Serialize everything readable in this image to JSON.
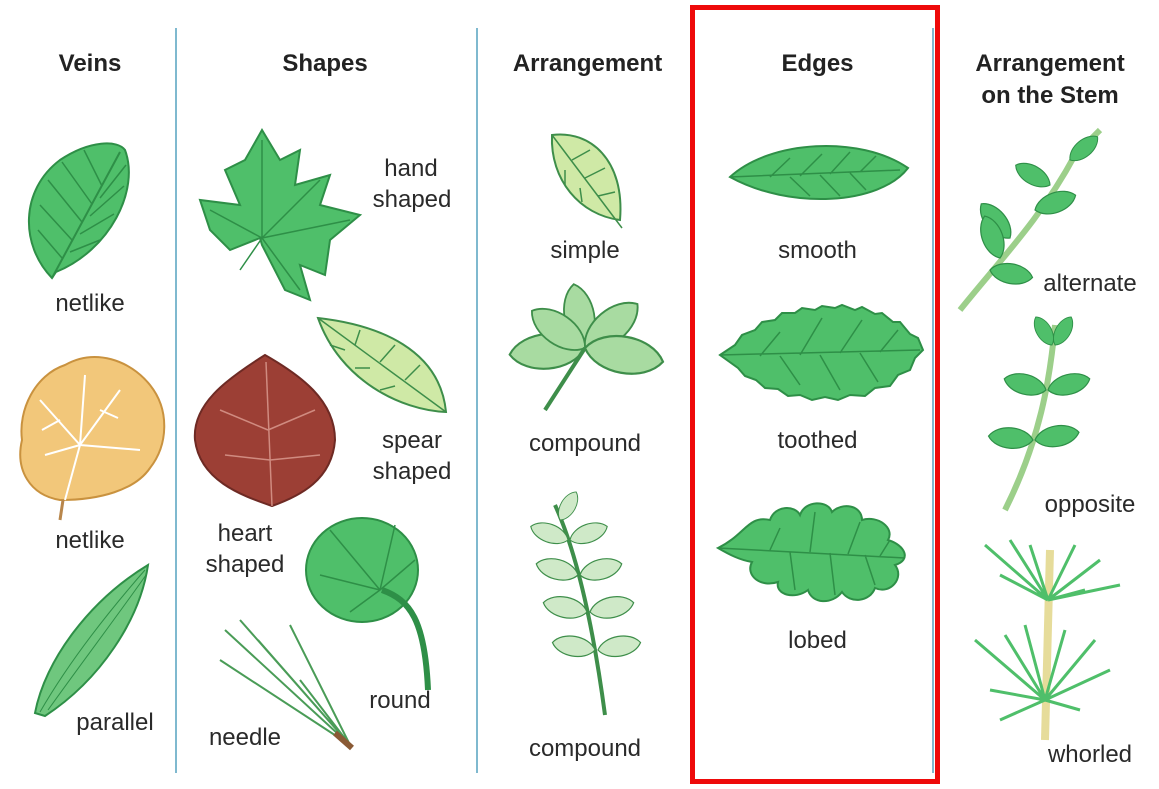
{
  "columns": [
    {
      "heading": "Veins",
      "labels": [
        "netlike",
        "netlike",
        "parallel"
      ]
    },
    {
      "heading": "Shapes",
      "labels": [
        "hand",
        "shaped",
        "spear",
        "shaped",
        "heart",
        "shaped",
        "round",
        "needle"
      ]
    },
    {
      "heading": "Arrangement",
      "labels": [
        "simple",
        "compound",
        "compound"
      ]
    },
    {
      "heading": "Edges",
      "labels": [
        "smooth",
        "toothed",
        "lobed"
      ]
    },
    {
      "heading_line1": "Arrangement",
      "heading_line2": "on the Stem",
      "labels": [
        "alternate",
        "opposite",
        "whorled"
      ]
    }
  ],
  "colors": {
    "leaf_green": "#4fbf6a",
    "leaf_dark": "#2e8f47",
    "leaf_light": "#cfe9a6",
    "autumn_leaf": "#f2c77a",
    "heart_leaf": "#9c3f35",
    "divider": "#7fb9cf",
    "highlight_box": "#ee0a0a"
  }
}
